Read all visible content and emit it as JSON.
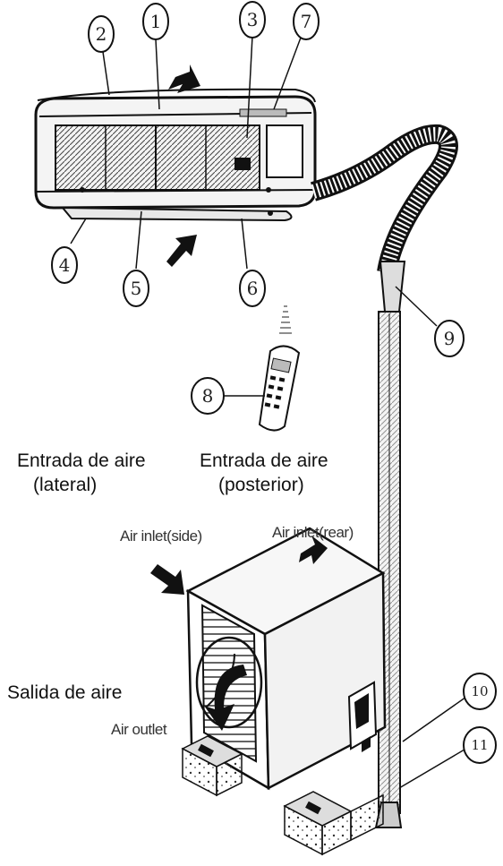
{
  "callouts": [
    "1",
    "2",
    "3",
    "4",
    "5",
    "6",
    "7",
    "8",
    "9",
    "10",
    "11"
  ],
  "labels_es": {
    "inlet_side_line1": "Entrada de aire",
    "inlet_side_line2": "(lateral)",
    "inlet_rear_line1": "Entrada de aire",
    "inlet_rear_line2": "(posterior)",
    "outlet": "Salida de aire"
  },
  "labels_en": {
    "inlet_side": "Air inlet(side)",
    "inlet_rear": "Air inlet(rear)",
    "outlet": "Air outlet"
  }
}
